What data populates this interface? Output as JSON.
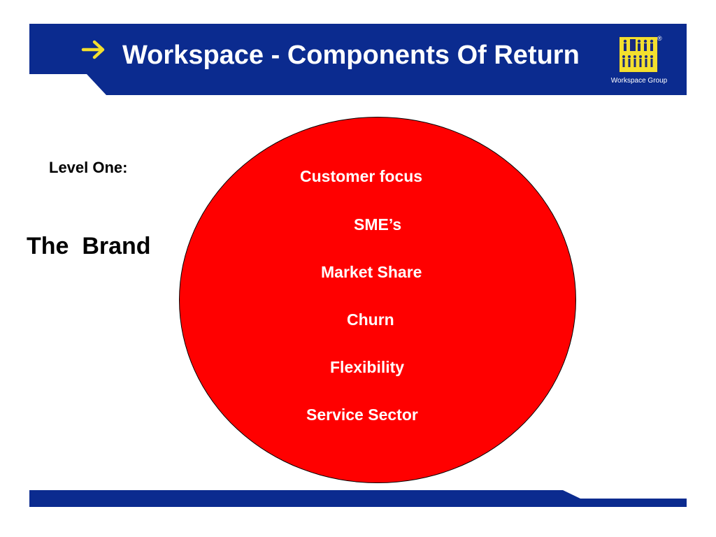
{
  "header": {
    "title": "Workspace - Components Of Return",
    "arrow_icon": "right-arrow-icon",
    "logo": {
      "name": "Workspace Group",
      "text": "Workspace Group",
      "registered_mark": "®"
    }
  },
  "main": {
    "level_label": "Level One:",
    "brand_label": "The  Brand",
    "circle_items": [
      "Customer focus",
      "SME’s",
      "Market Share",
      "Churn",
      "Flexibility",
      "Service Sector"
    ]
  },
  "colors": {
    "band": "#0b2b8f",
    "circle": "#ff0000",
    "arrow": "#f3df2e",
    "logo_box": "#f3df2e",
    "title_text": "#ffffff",
    "item_text": "#ffffff"
  }
}
